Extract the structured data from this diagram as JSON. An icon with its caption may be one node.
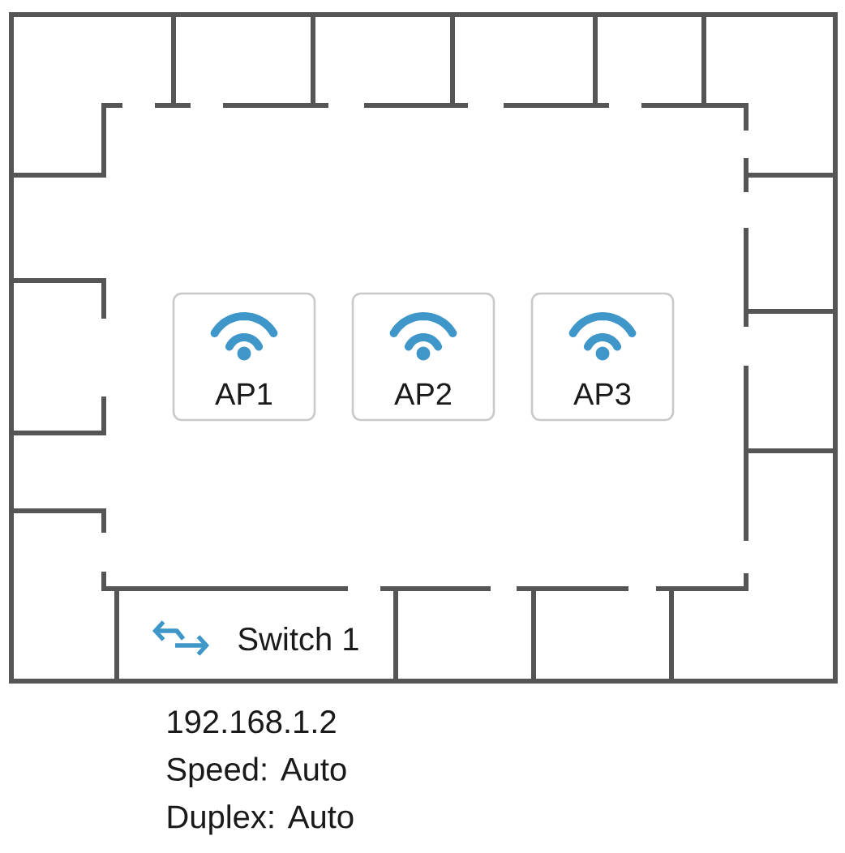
{
  "diagram": {
    "nodes": [
      {
        "text": [
          "AP1"
        ]
      },
      {
        "text": [
          "AP2"
        ]
      },
      {
        "text": [
          "AP3"
        ]
      },
      {
        "text": [
          "Switch 1"
        ],
        "beside": [
          "192.168.1.2",
          "Speed: Auto",
          "Duplex: Auto"
        ]
      }
    ]
  }
}
